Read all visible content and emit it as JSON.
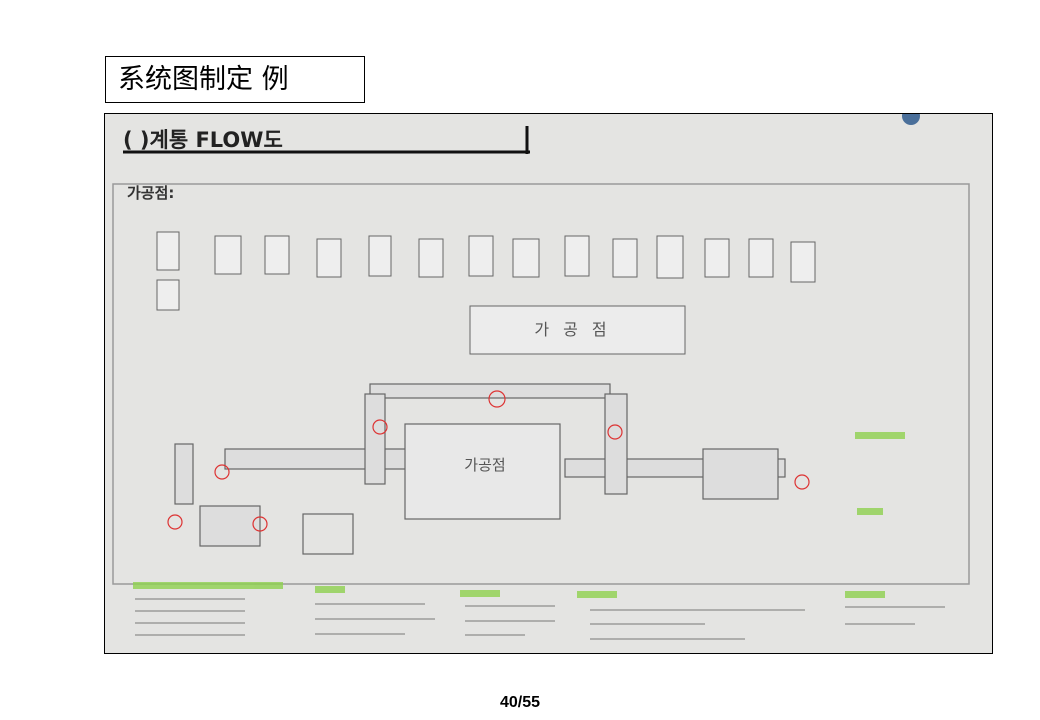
{
  "slide": {
    "title": "系统图制定 例",
    "page_number": "40/55"
  },
  "photo": {
    "flow_title": "(           )계통 FLOW도",
    "process_label": "가공점:",
    "process_box_label": "가공점",
    "drum_label": "가공점"
  }
}
